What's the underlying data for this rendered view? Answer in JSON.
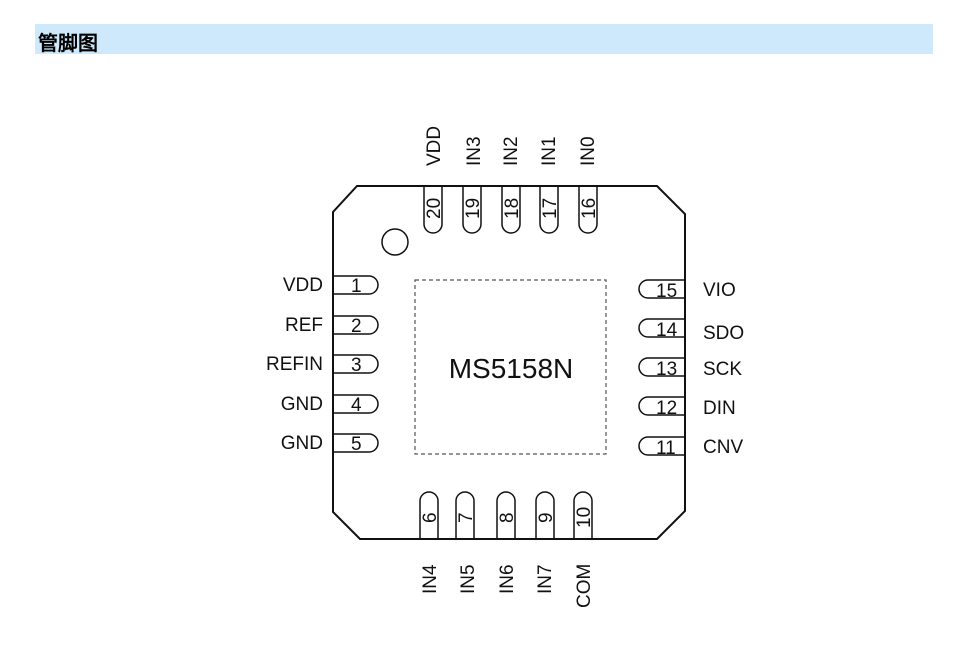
{
  "header": {
    "title": "管脚图"
  },
  "chip": {
    "name": "MS5158N"
  },
  "pins": {
    "left": [
      {
        "num": "1",
        "label": "VDD"
      },
      {
        "num": "2",
        "label": "REF"
      },
      {
        "num": "3",
        "label": "REFIN"
      },
      {
        "num": "4",
        "label": "GND"
      },
      {
        "num": "5",
        "label": "GND"
      }
    ],
    "bottom": [
      {
        "num": "6",
        "label": "IN4"
      },
      {
        "num": "7",
        "label": "IN5"
      },
      {
        "num": "8",
        "label": "IN6"
      },
      {
        "num": "9",
        "label": "IN7"
      },
      {
        "num": "10",
        "label": "COM"
      }
    ],
    "right": [
      {
        "num": "11",
        "label": "CNV"
      },
      {
        "num": "12",
        "label": "DIN"
      },
      {
        "num": "13",
        "label": "SCK"
      },
      {
        "num": "14",
        "label": "SDO"
      },
      {
        "num": "15",
        "label": "VIO"
      }
    ],
    "top": [
      {
        "num": "16",
        "label": "IN0"
      },
      {
        "num": "17",
        "label": "IN1"
      },
      {
        "num": "18",
        "label": "IN2"
      },
      {
        "num": "19",
        "label": "IN3"
      },
      {
        "num": "20",
        "label": "VDD"
      }
    ]
  }
}
